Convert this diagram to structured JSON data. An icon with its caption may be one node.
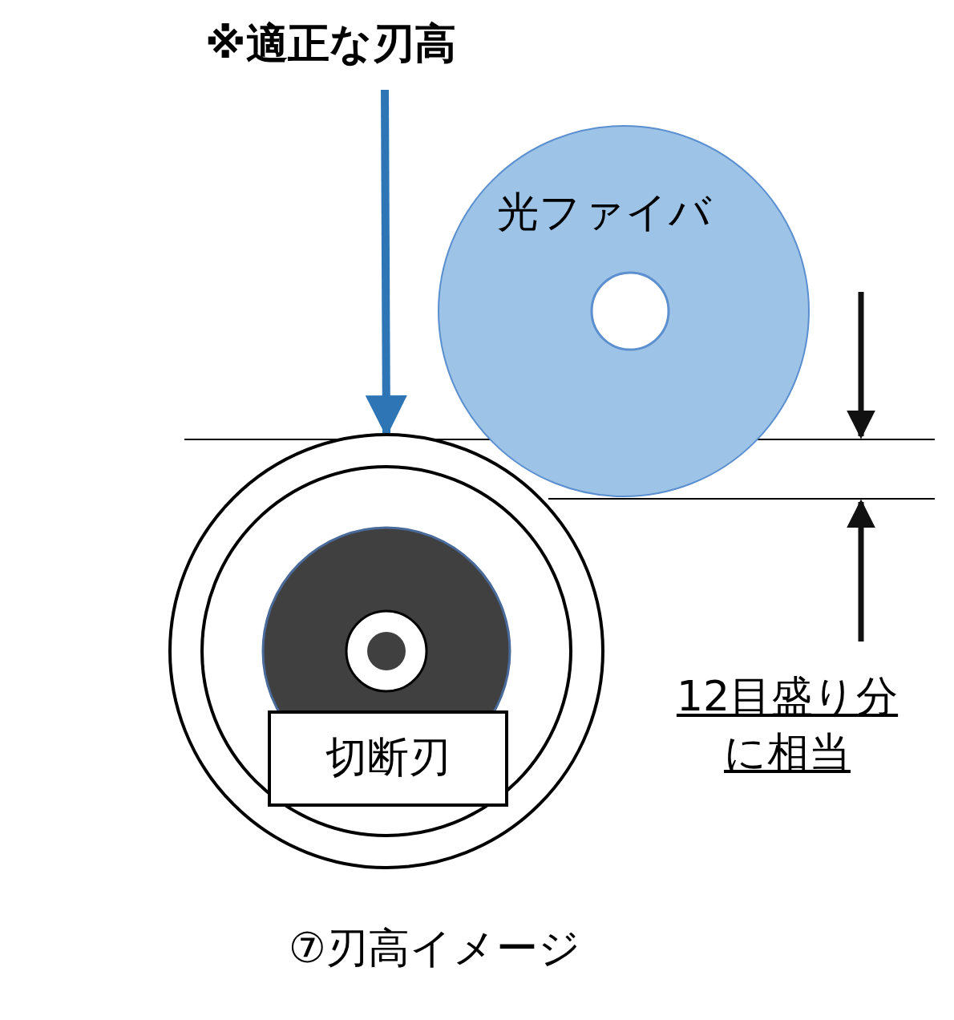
{
  "diagram": {
    "caption": "⑦刃高イメージ",
    "nodes": [
      {
        "text": [
          "※適正な刃高"
        ]
      },
      {
        "text": [
          "光ファイバ"
        ]
      },
      {
        "text": [],
        "shape": "circle"
      },
      {
        "text": [
          "切断刃"
        ],
        "in": 2
      }
    ],
    "edges": [
      {
        "from": 0,
        "to": 2,
        "arrow": "to",
        "color": "#2e75b6"
      }
    ],
    "labels": [
      "12目盛り分に相当"
    ]
  }
}
